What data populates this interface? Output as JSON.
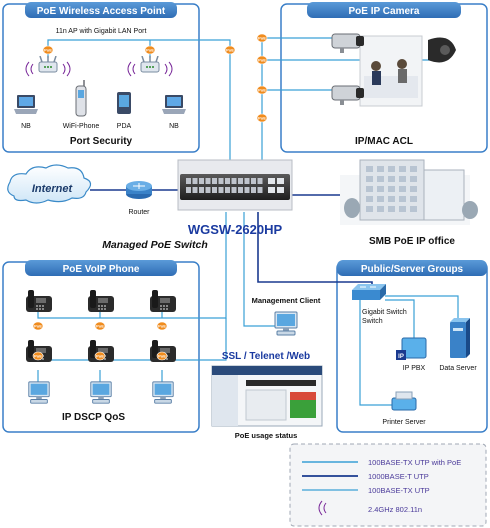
{
  "panels": {
    "poe_ap": {
      "title": "PoE Wireless Access Point",
      "subtitle": "11n AP with Gigabit LAN Port",
      "devices": [
        "NB",
        "WiFi-Phone",
        "PDA",
        "NB"
      ],
      "caption": "Port Security"
    },
    "poe_cam": {
      "title": "PoE IP Camera",
      "caption": "IP/MAC ACL"
    },
    "voip": {
      "title": "PoE VoIP Phone",
      "caption": "IP DSCP QoS"
    },
    "server": {
      "title": "Public/Server Groups",
      "switch": "Gigabit Switch",
      "pbx": "IP PBX",
      "data_server": "Data Server",
      "printer": "Printer Server"
    }
  },
  "center": {
    "internet": "Internet",
    "router": "Router",
    "model": "WGSW-2620HP",
    "subtitle": "Managed PoE Switch",
    "office": "SMB PoE IP office",
    "mgmt": "Management Client",
    "protocols": "SSL / Telenet /Web",
    "status": "PoE usage status"
  },
  "poe_badge": "PoE",
  "legend": [
    {
      "label": "100BASE-TX UTP with PoE",
      "color": "#3aa0d6",
      "badge": true
    },
    {
      "label": "1000BASE-T UTP",
      "color": "#1a3a8f",
      "badge": false
    },
    {
      "label": "100BASE-TX UTP",
      "color": "#3aa0d6",
      "badge": false
    },
    {
      "label": "2.4GHz 802.11n",
      "color": "#7a2a9a",
      "badge": false
    }
  ],
  "colors": {
    "panel_border": "#3a7fc8",
    "panel_title": "#3a7fc8",
    "poe_line": "#3aa0d6",
    "gig_line": "#1a3a8f",
    "badge": "#f08c1e",
    "model_text": "#1a3aa0"
  }
}
